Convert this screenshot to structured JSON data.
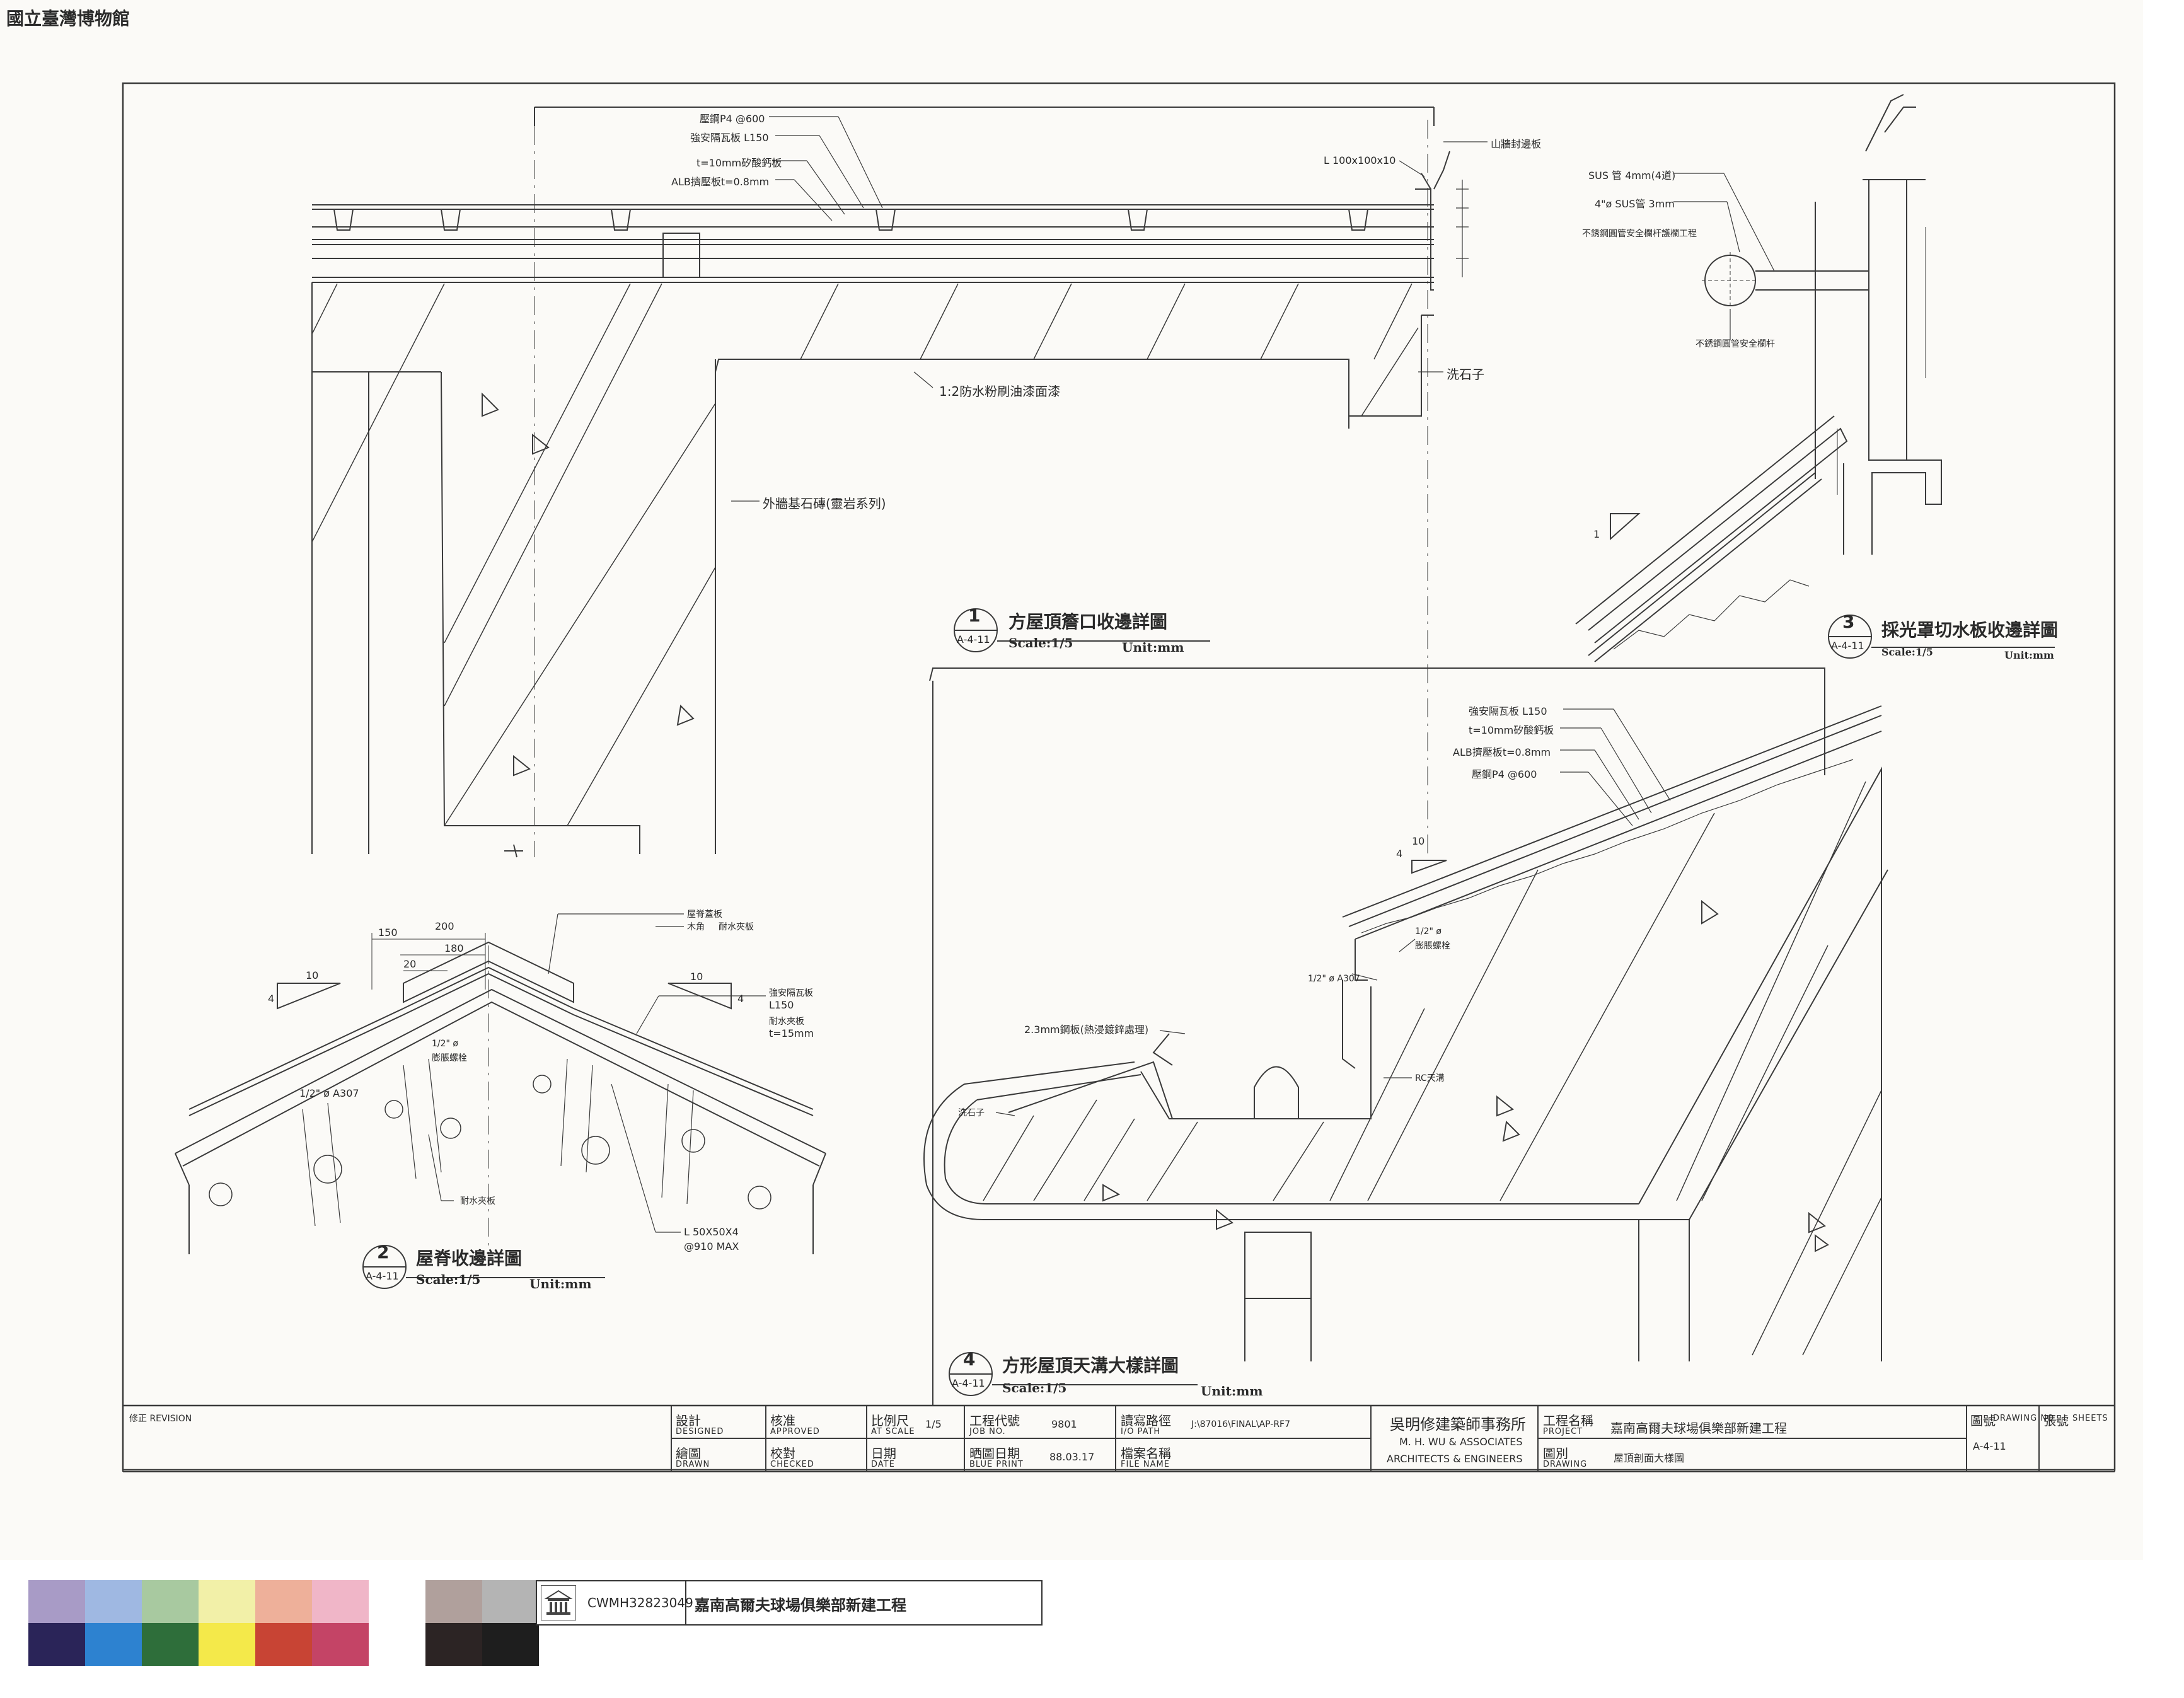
{
  "museum_stamp": "國立臺灣博物館",
  "detail1": {
    "number": "1",
    "sheet_ref": "A-4-11",
    "title": "方屋頂簷口收邊詳圖",
    "scale": "Scale:1/5",
    "unit": "Unit:mm",
    "notes": {
      "purlin": "壓鋼P4 @600",
      "tile": "強安隔瓦板 L150",
      "board": "t=10mm矽酸鈣板",
      "alb": "ALB擠壓板t=0.8mm",
      "angle": "L 100x100x10",
      "flashing": "山牆封邊板",
      "paint": "1:2防水粉刷油漆面漆",
      "wall": "外牆基石磚(靈岩系列)",
      "stone": "洗石子"
    }
  },
  "detail2": {
    "number": "2",
    "sheet_ref": "A-4-11",
    "title": "屋脊收邊詳圖",
    "scale": "Scale:1/5",
    "unit": "Unit:mm",
    "dims": {
      "d150": "150",
      "d200": "200",
      "d180": "180",
      "d20": "20"
    },
    "slope_run": "10",
    "slope_rise": "4",
    "notes": {
      "ridge_cover": "屋脊蓋板",
      "wood": "木角",
      "seal": "耐水夾板",
      "tile": "強安隔瓦板",
      "l150": "L150",
      "seal2": "耐水夾板",
      "t15": "t=15mm",
      "bolt": "1/2\" ø",
      "bolt2": "膨脹螺栓",
      "a307": "1/2\" ø A307",
      "seal3": "耐水夾板",
      "angle": "L 50X50X4",
      "spacing": "@910 MAX"
    }
  },
  "detail3": {
    "number": "3",
    "sheet_ref": "A-4-11",
    "title": "採光罩切水板收邊詳圖",
    "scale": "Scale:1/5",
    "unit": "Unit:mm",
    "notes": {
      "sus1": "SUS 管 4mm(4道)",
      "sus2": "4\"ø SUS管 3mm",
      "rail": "不銹鋼圓管安全欄杆護欄工程",
      "rail2": "不銹鋼圓管安全欄杆"
    },
    "slope_rise": "1"
  },
  "detail4": {
    "number": "4",
    "sheet_ref": "A-4-11",
    "title": "方形屋頂天溝大樣詳圖",
    "scale": "Scale:1/5",
    "unit": "Unit:mm",
    "notes": {
      "tile": "強安隔瓦板 L150",
      "board": "t=10mm矽酸鈣板",
      "alb": "ALB擠壓板t=0.8mm",
      "purlin": "壓鋼P4 @600",
      "bolt": "1/2\" ø",
      "bolt2": "膨脹螺栓",
      "a307": "1/2\" ø A307",
      "gutter": "2.3mm鋼板(熱浸鍍鋅處理)",
      "rc": "RC天溝",
      "stone": "洗石子"
    },
    "slope_run": "10",
    "slope_rise": "4"
  },
  "title_block": {
    "revision": "修正 REVISION",
    "designed": "設計",
    "designed_en": "DESIGNED",
    "approved": "核准",
    "approved_en": "APPROVED",
    "scale": "比例尺",
    "scale_en": "AT SCALE",
    "scale_val": "1/5",
    "job_no": "工程代號",
    "job_no_en": "JOB NO.",
    "job_val": "9801",
    "path": "讀寫路徑",
    "path_en": "I/O PATH",
    "path_val": "J:\\87016\\FINAL\\AP-RF7",
    "firm_cn": "吳明修建築師事務所",
    "firm_en1": "M. H. WU & ASSOCIATES",
    "firm_en2": "ARCHITECTS & ENGINEERS",
    "project": "工程名稱",
    "project_en": "PROJECT",
    "project_val": "嘉南高爾夫球場俱樂部新建工程",
    "drawing_no": "圖號",
    "drawing_no_en": "DRAWING NO.",
    "drawing_no_val": "A-4-11",
    "sheets": "張號",
    "sheets_en": "SHEETS",
    "drawn": "繪圖",
    "drawn_en": "DRAWN",
    "checked": "校對",
    "checked_en": "CHECKED",
    "date": "日期",
    "date_en": "DATE",
    "blueprint": "晒圖日期",
    "blueprint_en": "BLUE PRINT",
    "blueprint_val": "88.03.17",
    "file": "檔案名稱",
    "file_en": "FILE NAME",
    "drawing": "圖別",
    "drawing_en": "DRAWING",
    "drawing_val": "屋頂剖面大樣圖"
  },
  "archive_label": {
    "id": "CWMH32823049",
    "title": "嘉南高爾夫球場俱樂部新建工程"
  },
  "color_strip": {
    "top": [
      "#a89bc6",
      "#9fb8e2",
      "#a8c9a0",
      "#f2f0a8",
      "#eeb09a",
      "#f0b6c8",
      "#ffffff",
      "#b0a09c",
      "#b4b4b4"
    ],
    "bottom": [
      "#2a2458",
      "#2d82d0",
      "#2e6e3a",
      "#f4e94a",
      "#c84434",
      "#c44466",
      "#ffffff",
      "#2c2424",
      "#1e1e1e"
    ]
  }
}
